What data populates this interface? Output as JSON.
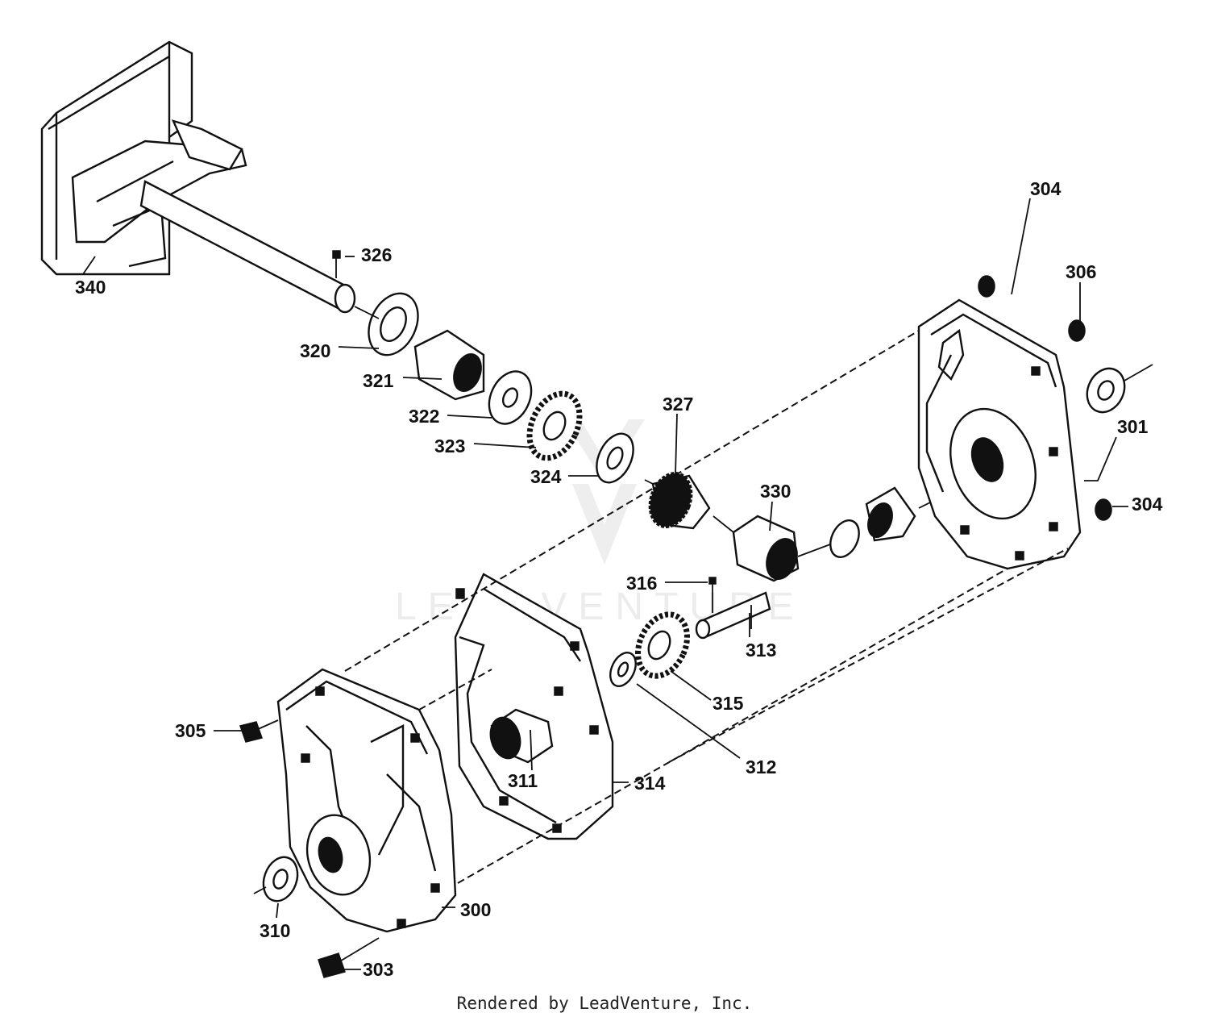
{
  "diagram": {
    "watermark": "LEADVENTURE",
    "footer": "Rendered by LeadVenture, Inc.",
    "colors": {
      "ink": "#111111",
      "background": "#ffffff",
      "watermark": "#ececec"
    },
    "labels": [
      {
        "id": "340",
        "text": "340"
      },
      {
        "id": "326",
        "text": "326"
      },
      {
        "id": "320",
        "text": "320"
      },
      {
        "id": "321",
        "text": "321"
      },
      {
        "id": "322",
        "text": "322"
      },
      {
        "id": "323",
        "text": "323"
      },
      {
        "id": "324",
        "text": "324"
      },
      {
        "id": "327",
        "text": "327"
      },
      {
        "id": "330",
        "text": "330"
      },
      {
        "id": "304a",
        "text": "304"
      },
      {
        "id": "306",
        "text": "306"
      },
      {
        "id": "301",
        "text": "301"
      },
      {
        "id": "304b",
        "text": "304"
      },
      {
        "id": "316",
        "text": "316"
      },
      {
        "id": "313",
        "text": "313"
      },
      {
        "id": "315",
        "text": "315"
      },
      {
        "id": "312",
        "text": "312"
      },
      {
        "id": "314",
        "text": "314"
      },
      {
        "id": "311",
        "text": "311"
      },
      {
        "id": "305",
        "text": "305"
      },
      {
        "id": "310",
        "text": "310"
      },
      {
        "id": "300",
        "text": "300"
      },
      {
        "id": "303",
        "text": "303"
      }
    ]
  }
}
